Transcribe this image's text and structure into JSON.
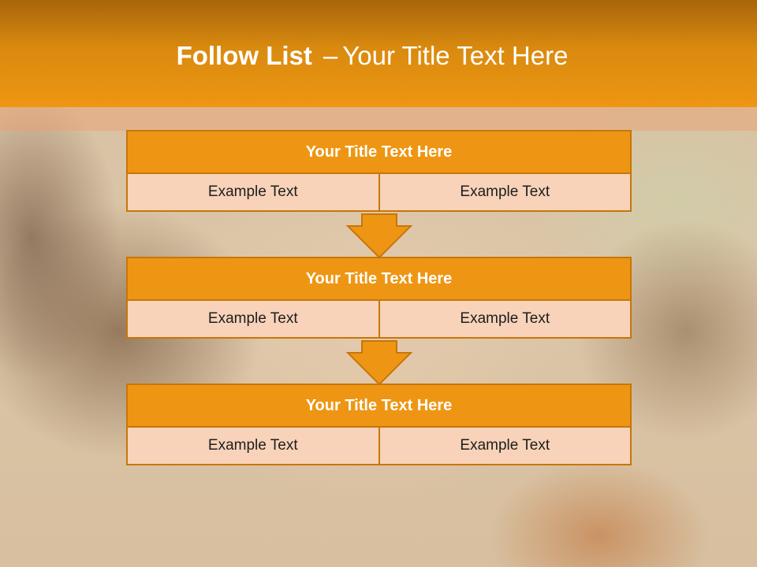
{
  "slide": {
    "title_bold": "Follow List",
    "title_dash": "–",
    "title_rest": "Your Title Text Here"
  },
  "steps": [
    {
      "title": "Your Title Text Here",
      "left": "Example Text",
      "right": "Example Text"
    },
    {
      "title": "Your Title Text Here",
      "left": "Example Text",
      "right": "Example Text"
    },
    {
      "title": "Your Title Text Here",
      "left": "Example Text",
      "right": "Example Text"
    }
  ],
  "colors": {
    "accent": "#ee9614",
    "border": "#c77608",
    "cell_fill": "#f8d3b9",
    "header_dark": "#a8650a"
  },
  "icons": [
    "arrow-down-icon"
  ]
}
